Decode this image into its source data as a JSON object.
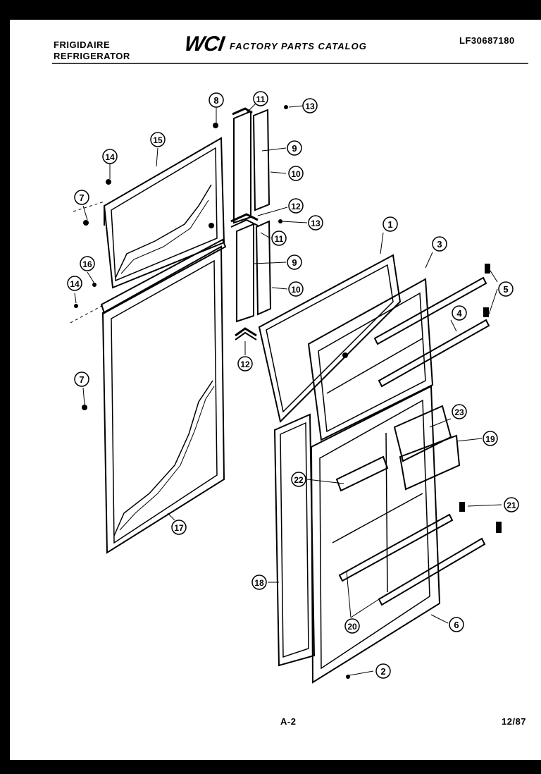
{
  "header": {
    "brand": "FRIGIDAIRE",
    "product": "REFRIGERATOR",
    "logo": "WCI",
    "catalog_title": "FACTORY PARTS CATALOG",
    "model_number": "LF30687180"
  },
  "footer": {
    "page_label": "A-2",
    "date": "12/87"
  },
  "callouts": [
    {
      "id": "c8",
      "label": "8"
    },
    {
      "id": "c11a",
      "label": "11"
    },
    {
      "id": "c13a",
      "label": "13"
    },
    {
      "id": "c15",
      "label": "15"
    },
    {
      "id": "c14a",
      "label": "14"
    },
    {
      "id": "c9a",
      "label": "9"
    },
    {
      "id": "c10a",
      "label": "10"
    },
    {
      "id": "c7a",
      "label": "7"
    },
    {
      "id": "c12a",
      "label": "12"
    },
    {
      "id": "c13b",
      "label": "13"
    },
    {
      "id": "c11b",
      "label": "11"
    },
    {
      "id": "c1",
      "label": "1"
    },
    {
      "id": "c3",
      "label": "3"
    },
    {
      "id": "c16",
      "label": "16"
    },
    {
      "id": "c9b",
      "label": "9"
    },
    {
      "id": "c5",
      "label": "5"
    },
    {
      "id": "c14b",
      "label": "14"
    },
    {
      "id": "c10b",
      "label": "10"
    },
    {
      "id": "c4",
      "label": "4"
    },
    {
      "id": "c7b",
      "label": "7"
    },
    {
      "id": "c12b",
      "label": "12"
    },
    {
      "id": "c23",
      "label": "23"
    },
    {
      "id": "c19",
      "label": "19"
    },
    {
      "id": "c22",
      "label": "22"
    },
    {
      "id": "c21",
      "label": "21"
    },
    {
      "id": "c17",
      "label": "17"
    },
    {
      "id": "c18",
      "label": "18"
    },
    {
      "id": "c20",
      "label": "20"
    },
    {
      "id": "c6",
      "label": "6"
    },
    {
      "id": "c2",
      "label": "2"
    }
  ]
}
